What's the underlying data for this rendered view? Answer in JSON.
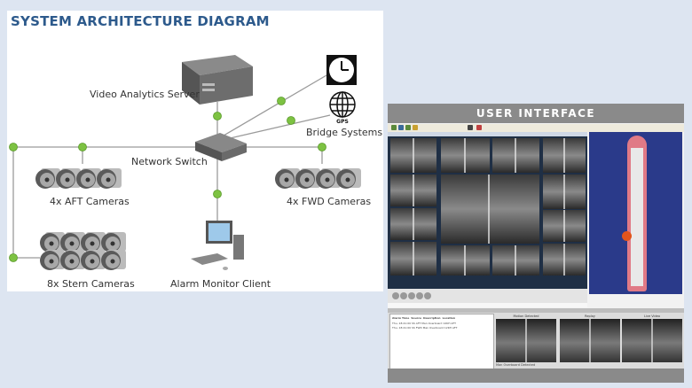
{
  "diagram": {
    "title": "SYSTEM ARCHITECTURE DIAGRAM",
    "nodes": {
      "server": "Video Analytics Server",
      "switch": "Network Switch",
      "bridge": "Bridge Systems",
      "gps": "GPS",
      "aft": "4x AFT Cameras",
      "fwd": "4x FWD Cameras",
      "stern": "8x Stern Cameras",
      "client": "Alarm Monitor Client"
    },
    "colors": {
      "title": "#2d5a8c",
      "node": "#7dc242",
      "line": "#9a9a9a"
    }
  },
  "ui": {
    "header": "USER INTERFACE",
    "alarm_columns": [
      "Alarm Time",
      "Source",
      "Description",
      "Location"
    ],
    "alarm_rows": [
      [
        "Thu, 18:41:00",
        "SS AFT",
        "Man Overboard",
        "12KH AFT"
      ],
      [
        "Thu, 18:41:00",
        "SS FWD",
        "Man Overboard",
        "12KH AFT"
      ]
    ],
    "camera_panels": [
      "Motion Detected",
      "Replay",
      "Live Video"
    ],
    "alert_text": "Man Overboard Detected"
  }
}
